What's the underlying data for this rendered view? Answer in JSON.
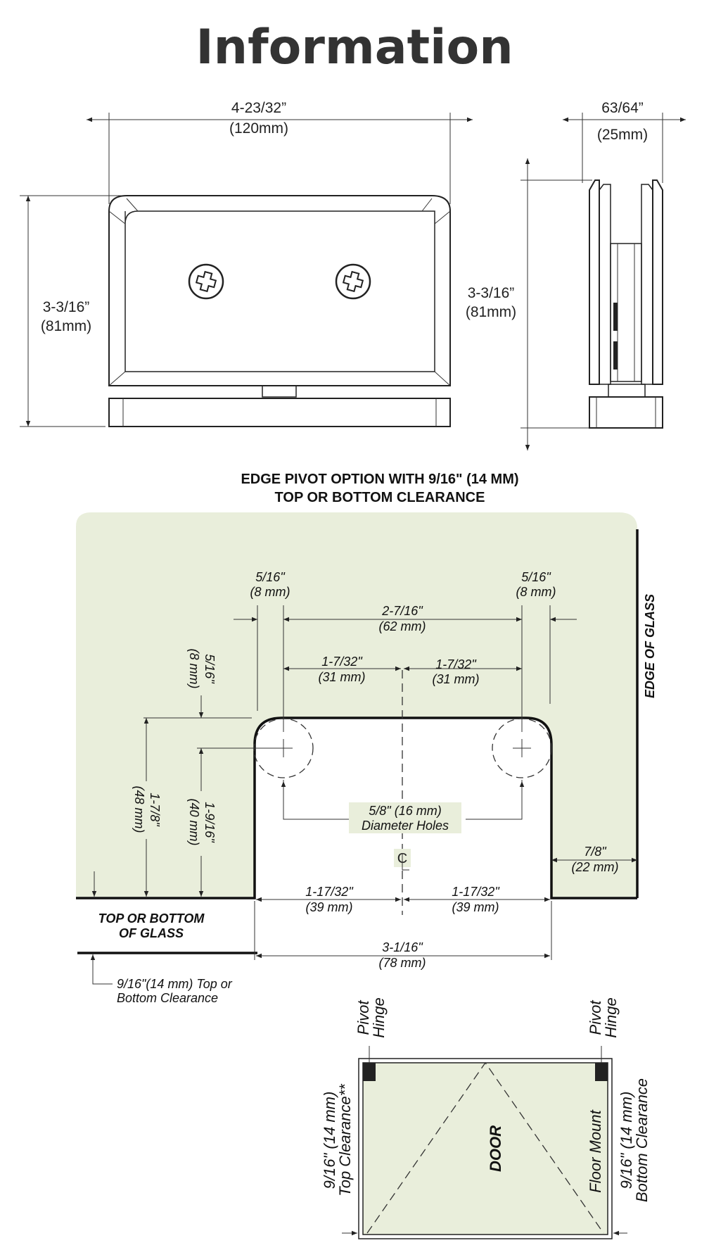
{
  "title": "Information",
  "front_view": {
    "width_in": "4-23/32”",
    "width_mm": "(120mm)",
    "height_in": "3-3/16”",
    "height_mm": "(81mm)"
  },
  "side_view": {
    "width_in": "63/64”",
    "width_mm": "(25mm)",
    "height_in": "3-3/16”",
    "height_mm": "(81mm)"
  },
  "cutout": {
    "heading_line1": "EDGE PIVOT OPTION WITH 9/16\" (14 MM)",
    "heading_line2": "TOP OR  BOTTOM CLEARANCE",
    "edge_of_glass": "EDGE OF GLASS",
    "top_or_bottom_line1": "TOP OR BOTTOM",
    "top_or_bottom_line2": "OF GLASS",
    "left_offset_in": "5/16\"",
    "left_offset_mm": "(8 mm)",
    "right_offset_in": "5/16\"",
    "right_offset_mm": "(8 mm)",
    "hole_spacing_in": "2-7/16\"",
    "hole_spacing_mm": "(62 mm)",
    "half_left_in": "1-7/32\"",
    "half_left_mm": "(31 mm)",
    "half_right_in": "1-7/32\"",
    "half_right_mm": "(31 mm)",
    "top_offset_in": "5/16\"",
    "top_offset_mm": "(8 mm)",
    "depth_in": "1-7/8\"",
    "depth_mm": "(48 mm)",
    "hole_depth_in": "1-9/16\"",
    "hole_depth_mm": "(40 mm)",
    "hole_dia_line1": "5/8\" (16 mm)",
    "hole_dia_line2": "Diameter Holes",
    "centerline": "C",
    "edge_width_in": "7/8\"",
    "edge_width_mm": "(22 mm)",
    "bottom_left_in": "1-17/32\"",
    "bottom_left_mm": "(39 mm)",
    "bottom_right_in": "1-17/32\"",
    "bottom_right_mm": "(39 mm)",
    "total_width_in": "3-1/16\"",
    "total_width_mm": "(78 mm)",
    "clearance_line1": "9/16\"(14 mm) Top or",
    "clearance_line2": "Bottom Clearance",
    "glass_color": "#e9eedb"
  },
  "door": {
    "pivot_left_1": "Pivot",
    "pivot_left_2": "Hinge",
    "pivot_right_1": "Pivot",
    "pivot_right_2": "Hinge",
    "door_label": "DOOR",
    "floor_mount": "Floor Mount",
    "left_clear_1": "9/16\" (14 mm)",
    "left_clear_2": "Top Clearance**",
    "right_clear_1": "9/16\" (14 mm)",
    "right_clear_2": "Bottom Clearance"
  }
}
